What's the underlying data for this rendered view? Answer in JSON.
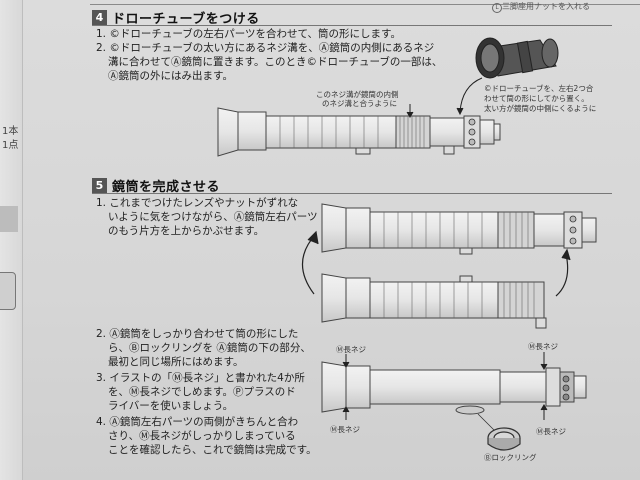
{
  "top_note": "三脚座用ナットを入れる",
  "left_strip": [
    "1本",
    "1点"
  ],
  "section4": {
    "number": "4",
    "title": "ドローチューブをつける",
    "step1": "1. ©ドローチューブの左右パーツを合わせて、筒の形にします。",
    "step2_a": "2. ©ドローチューブの太い方にあるネジ溝を、Ⓐ鏡筒の内側にあるネジ",
    "step2_b": "溝に合わせてⒶ鏡筒に置きます。このとき©ドローチューブの一部は、",
    "step2_c": "Ⓐ鏡筒の外にはみ出ます。",
    "callout1_a": "このネジ溝が鏡筒の内側",
    "callout1_b": "のネジ溝と合うように",
    "callout2_a": "©ドローチューブを、左右2つ合",
    "callout2_b": "わせて筒の形にしてから置く。",
    "callout2_c": "太い方が鏡筒の中側にくるように"
  },
  "section5": {
    "number": "5",
    "title": "鏡筒を完成させる",
    "step1_a": "1. これまでつけたレンズやナットがずれな",
    "step1_b": "いように気をつけながら、Ⓐ鏡筒左右パーツ",
    "step1_c": "のもう片方を上からかぶせます。",
    "step2_a": "2. Ⓐ鏡筒をしっかり合わせて筒の形にした",
    "step2_b": "ら、Ⓑロックリングを Ⓐ鏡筒の下の部分、",
    "step2_c": "最初と同じ場所にはめます。",
    "step3_a": "3. イラストの「Ⓜ長ネジ」と書かれた4か所",
    "step3_b": "を、Ⓜ長ネジでしめます。Ⓟプラスのド",
    "step3_c": "ライバーを使いましょう。",
    "step4_a": "4. Ⓐ鏡筒左右パーツの両側がきちんと合わ",
    "step4_b": "さり、Ⓜ長ネジがしっかりしまっている",
    "step4_c": "ことを確認したら、これで鏡筒は完成です。",
    "label_long_screw": "Ⓜ長ネジ",
    "label_lock_ring": "Ⓑロックリング"
  }
}
